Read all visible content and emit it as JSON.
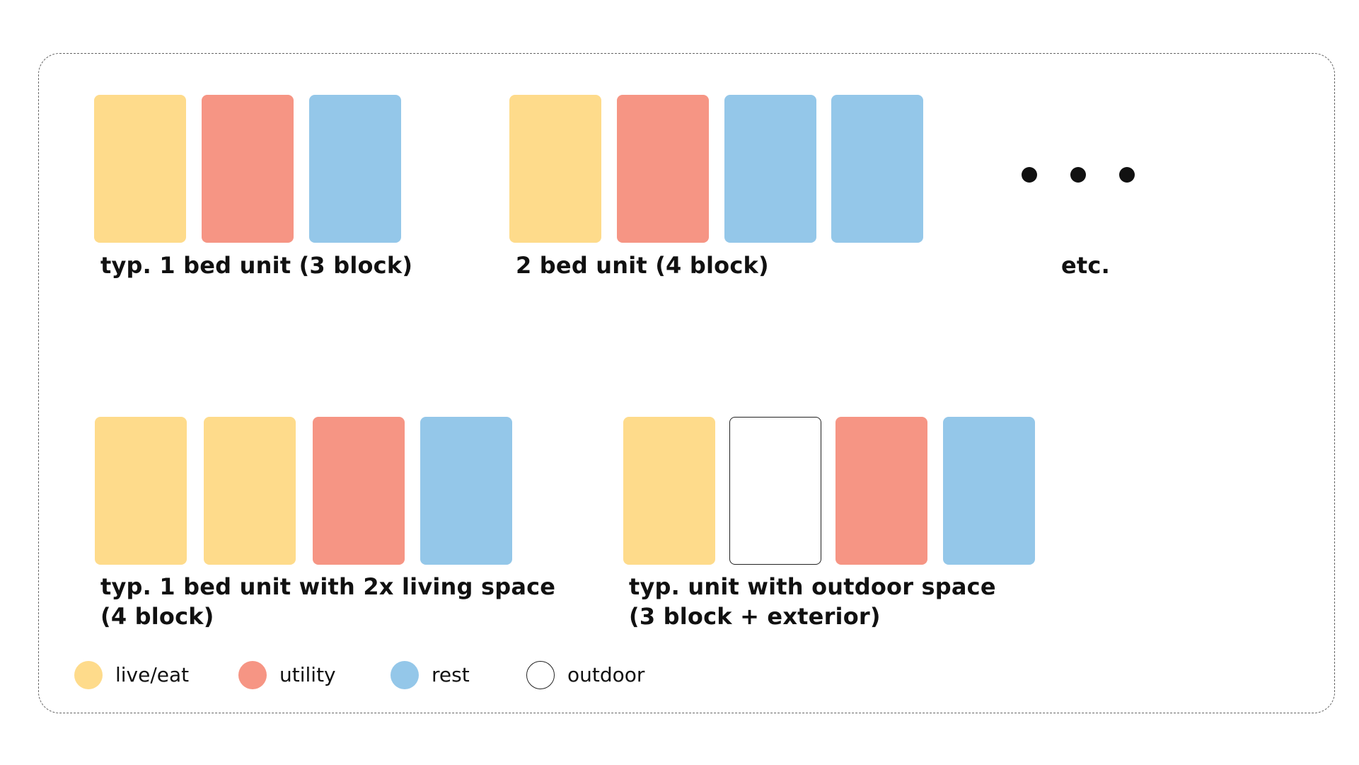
{
  "colors": {
    "live_eat": "#FEDB8B",
    "utility": "#F69584",
    "rest": "#94C7E9",
    "outdoor": "#FFFFFF",
    "frame_border": "#666666"
  },
  "units": [
    {
      "caption": "typ. 1 bed unit (3 block)",
      "blocks": [
        "live/eat",
        "utility",
        "rest"
      ]
    },
    {
      "caption": "2 bed unit (4 block)",
      "blocks": [
        "live/eat",
        "utility",
        "rest",
        "rest"
      ]
    },
    {
      "caption": "etc.",
      "blocks": []
    },
    {
      "caption_line1": "typ. 1 bed unit with 2x living space",
      "caption_line2": "(4 block)",
      "blocks": [
        "live/eat",
        "live/eat",
        "utility",
        "rest"
      ]
    },
    {
      "caption_line1": "typ. unit with outdoor space",
      "caption_line2": "(3 block + exterior)",
      "blocks": [
        "live/eat",
        "outdoor",
        "utility",
        "rest"
      ]
    }
  ],
  "legend": [
    {
      "label": "live/eat",
      "color": "#FEDB8B"
    },
    {
      "label": "utility",
      "color": "#F69584"
    },
    {
      "label": "rest",
      "color": "#94C7E9"
    },
    {
      "label": "outdoor",
      "color": "#FFFFFF"
    }
  ]
}
